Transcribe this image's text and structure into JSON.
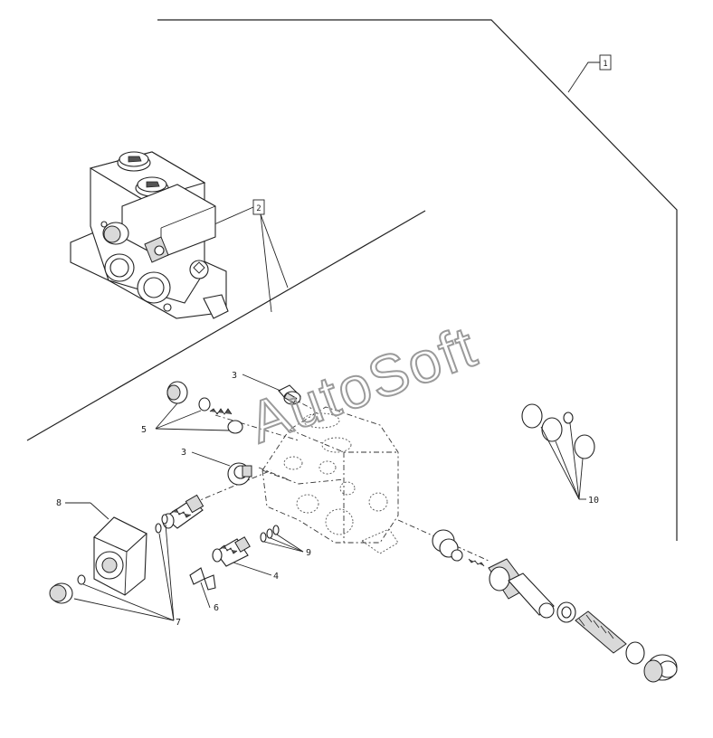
{
  "watermark": "AutoSoft",
  "boxed_callouts": {
    "assembly": "1",
    "valve_section": "2"
  },
  "callouts": {
    "c3_top": "3",
    "c5": "5",
    "c3_plug": "3",
    "c8": "8",
    "c7": "7",
    "c6": "6",
    "c4": "4",
    "c9": "9",
    "c10": "10"
  }
}
